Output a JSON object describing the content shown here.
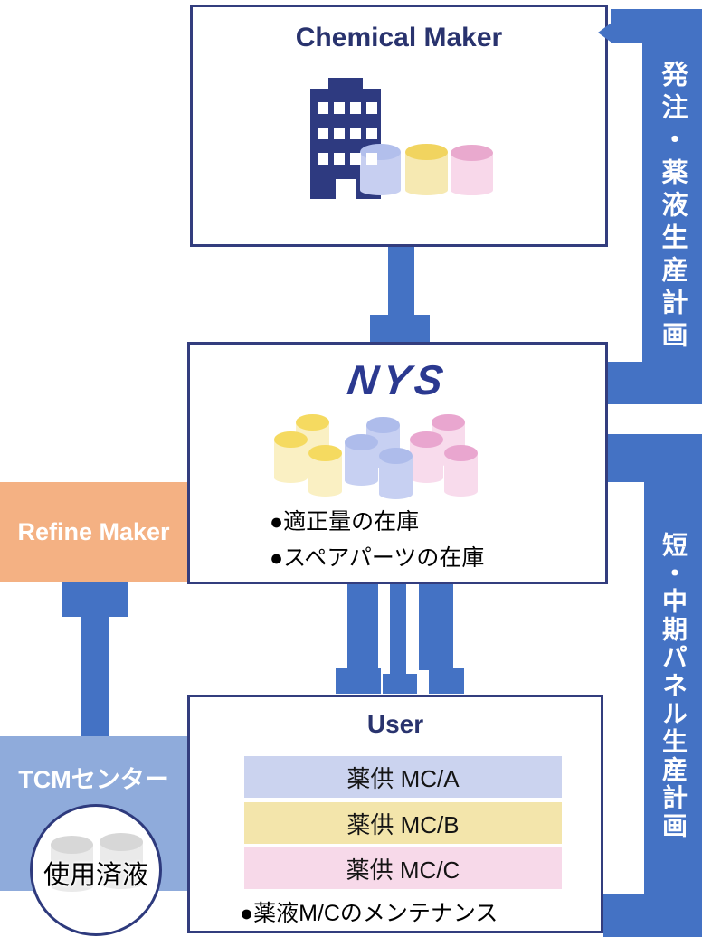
{
  "nodes": {
    "chemical_maker": {
      "title": "Chemical Maker"
    },
    "nys": {
      "logo": "NYS",
      "bullets": [
        "●適正量の在庫",
        "●スペアパーツの在庫"
      ]
    },
    "refine_maker": {
      "label": "Refine Maker"
    },
    "tcm_center": {
      "label": "TCMセンター",
      "tank_label": "使用済液"
    },
    "user": {
      "title": "User",
      "machines": [
        "薬供 MC/A",
        "薬供 MC/B",
        "薬供 MC/C"
      ],
      "bullet": "●薬液M/Cのメンテナンス"
    }
  },
  "plans": {
    "order_plan": "発注・薬液生産計画",
    "panel_plan": "短・中期パネル生産計画"
  },
  "colors": {
    "arrow_blue": "#4472C4",
    "navy_border": "#333D7E",
    "navy_text": "#29336E",
    "nys_logo_navy": "#2B3990",
    "refine_orange": "#F4B183",
    "tcm_light_blue": "#8FABDB",
    "row_mc_a": "#CBD3EF",
    "row_mc_b": "#F3E5AB",
    "row_mc_c": "#F7D9E9",
    "building_navy": "#2E3A80"
  }
}
